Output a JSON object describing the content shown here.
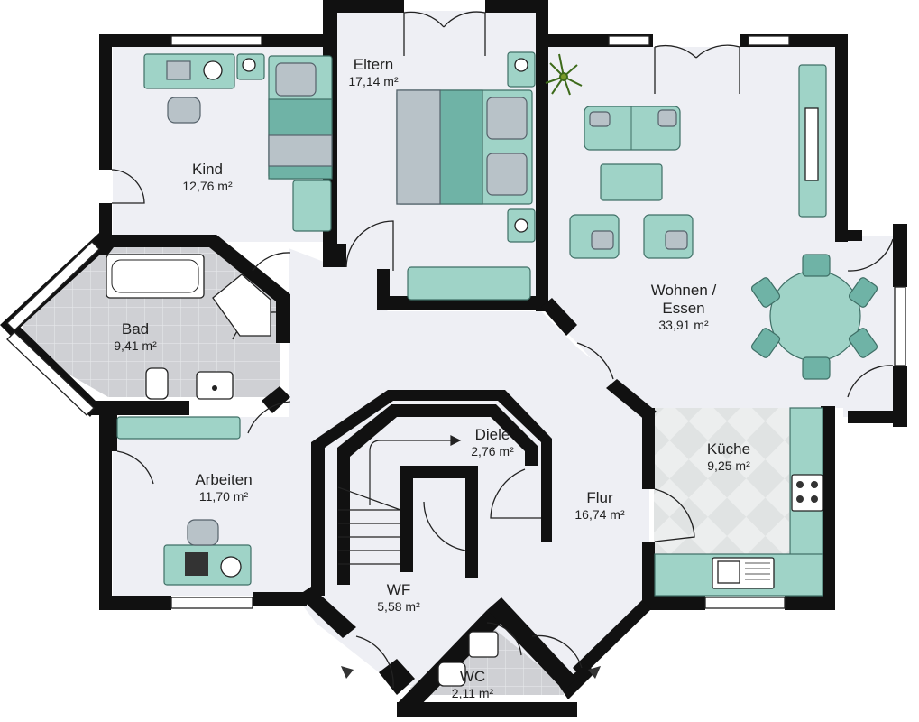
{
  "rooms": {
    "kind": {
      "name": "Kind",
      "area": "12,76 m²"
    },
    "eltern": {
      "name": "Eltern",
      "area": "17,14 m²"
    },
    "wohnen": {
      "name": "Wohnen /",
      "name2": "Essen",
      "area": "33,91 m²"
    },
    "bad": {
      "name": "Bad",
      "area": "9,41 m²"
    },
    "arbeiten": {
      "name": "Arbeiten",
      "area": "11,70 m²"
    },
    "diele": {
      "name": "Diele",
      "area": "2,76 m²"
    },
    "flur": {
      "name": "Flur",
      "area": "16,74 m²"
    },
    "kueche": {
      "name": "Küche",
      "area": "9,25 m²"
    },
    "wf": {
      "name": "WF",
      "area": "5,58 m²"
    },
    "wc": {
      "name": "WC",
      "area": "2,11 m²"
    }
  },
  "colors": {
    "wall": "#111111",
    "floor": "#eeeff4",
    "furniture": "#9fd3c7",
    "tile": "#cfd0d4"
  },
  "icons": [
    "bed-icon",
    "sofa-icon",
    "table-icon",
    "chair-icon",
    "desk-icon",
    "bathtub-icon",
    "toilet-icon",
    "sink-icon",
    "stove-icon",
    "plant-icon",
    "entrance-arrow-icon"
  ]
}
